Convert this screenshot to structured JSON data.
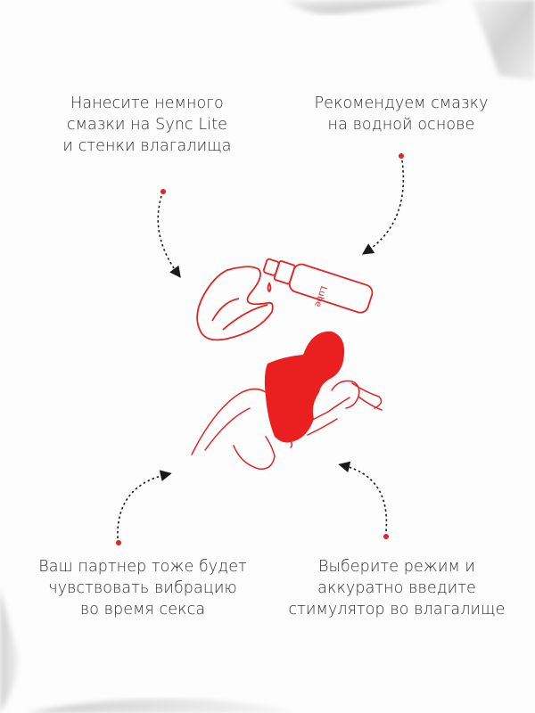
{
  "colors": {
    "accent": "#e32323",
    "text": "#2e2e2e",
    "arrow": "#1a1a1a",
    "background": "#fdfdfd",
    "silk": "#d6d6d6"
  },
  "steps": [
    {
      "id": "top-left",
      "lines": [
        "Нанесите немного",
        "смазки на Sync Lite",
        "и стенки влагалища"
      ]
    },
    {
      "id": "top-right",
      "lines": [
        "Рекомендуем смазку",
        "на водной основе"
      ]
    },
    {
      "id": "bottom-left",
      "lines": [
        "Ваш партнер тоже будет",
        "чувствовать вибрацию",
        "во время секса"
      ]
    },
    {
      "id": "bottom-right",
      "lines": [
        "Выберите режим и",
        "аккуратно введите",
        "стимулятор во влагалище"
      ]
    }
  ],
  "illustration": {
    "bottle_label": "Lube",
    "icons": [
      "stimulator-outline",
      "lube-bottle",
      "couple-figure"
    ]
  }
}
